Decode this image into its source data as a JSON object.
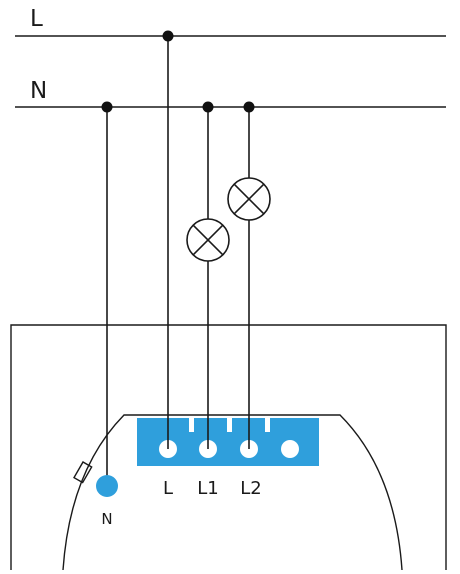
{
  "labels": {
    "line_l": "L",
    "line_n": "N",
    "terminal_l": "L",
    "terminal_l1": "L1",
    "terminal_l2": "L2",
    "terminal_n": "N"
  },
  "colors": {
    "wire": "#1a1a1a",
    "terminal_block": "#2f9fdc",
    "neutral_terminal": "#2f9fdc",
    "background": "#ffffff"
  }
}
